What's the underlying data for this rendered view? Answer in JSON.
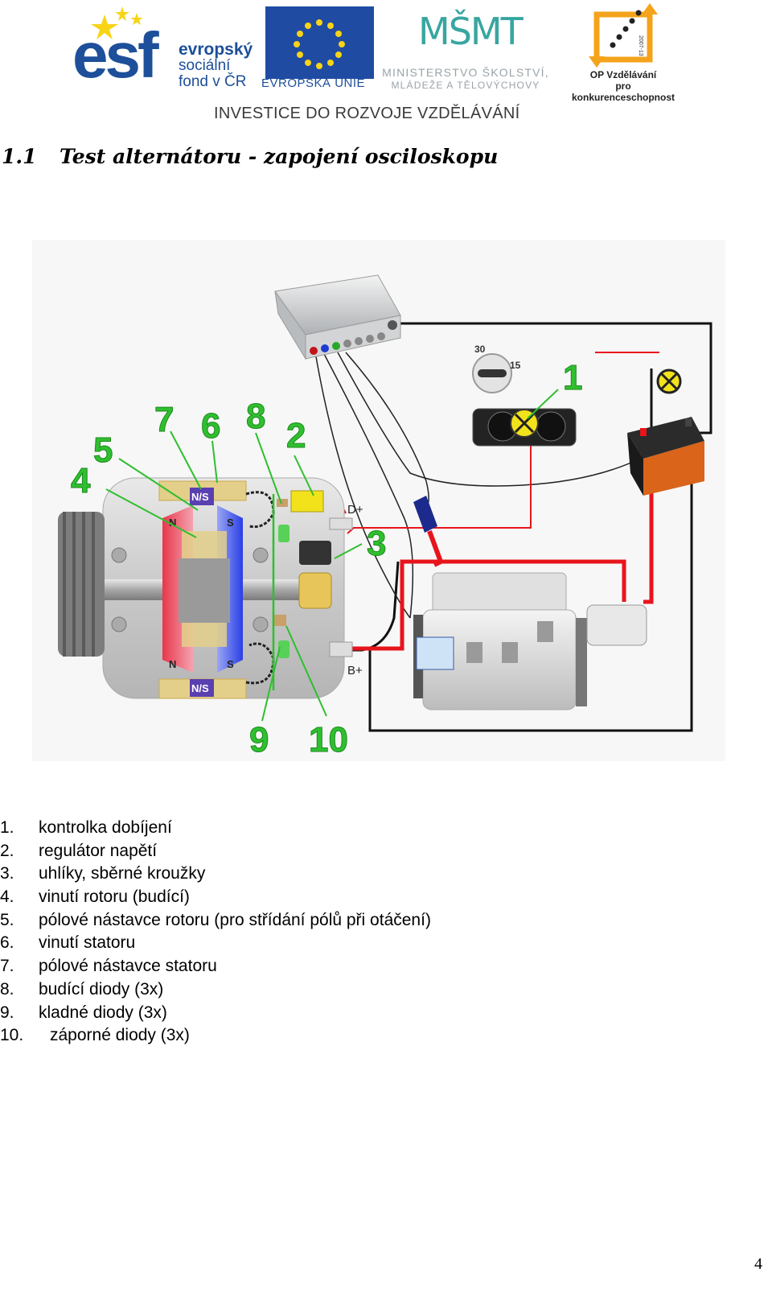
{
  "header": {
    "esf_logo": {
      "letters": "esf",
      "line1": "evropský",
      "line2": "sociální",
      "line3": "fond v ČR"
    },
    "eu_logo": {
      "caption": "EVROPSKÁ UNIE"
    },
    "msmt_logo": {
      "letters": "MŠMT",
      "line1": "MINISTERSTVO ŠKOLSTVÍ,",
      "line2": "MLÁDEŽE A TĚLOVÝCHOVY"
    },
    "op_logo": {
      "line1": "OP Vzdělávání",
      "line2": "pro konkurenceschopnost",
      "years": "2007-13"
    },
    "tagline": "INVESTICE DO ROZVOJE VZDĚLÁVÁNÍ"
  },
  "heading": {
    "number": "1.1",
    "title": "Test alternátoru - zapojení osciloskopu"
  },
  "diagram": {
    "callouts": [
      "1",
      "2",
      "3",
      "4",
      "5",
      "6",
      "7",
      "8",
      "9",
      "10"
    ],
    "terminal_d_plus": "D+",
    "terminal_b_plus": "B+",
    "ignition_30": "30",
    "ignition_15": "15",
    "pole_top": "N/S",
    "pole_bottom": "N/S",
    "rotor_n_top": "N",
    "rotor_s_top": "S",
    "rotor_n_bottom": "N",
    "rotor_s_bottom": "S",
    "colors": {
      "red_wire": "#e8141c",
      "black_wire": "#111111",
      "callout_green": "#2fbf2f",
      "yellow": "#f2e21c"
    }
  },
  "legend": [
    {
      "num": "1.",
      "text": "kontrolka dobíjení"
    },
    {
      "num": "2.",
      "text": "regulátor napětí"
    },
    {
      "num": "3.",
      "text": "uhlíky, sběrné kroužky"
    },
    {
      "num": "4.",
      "text": "vinutí rotoru (budící)"
    },
    {
      "num": "5.",
      "text": "pólové nástavce rotoru (pro střídání pólů při otáčení)"
    },
    {
      "num": "6.",
      "text": "vinutí statoru"
    },
    {
      "num": "7.",
      "text": "pólové nástavce statoru"
    },
    {
      "num": "8.",
      "text": "budící diody (3x)"
    },
    {
      "num": "9.",
      "text": "kladné diody (3x)"
    },
    {
      "num": "10.",
      "text": "záporné diody (3x)"
    }
  ],
  "page_number": "4"
}
